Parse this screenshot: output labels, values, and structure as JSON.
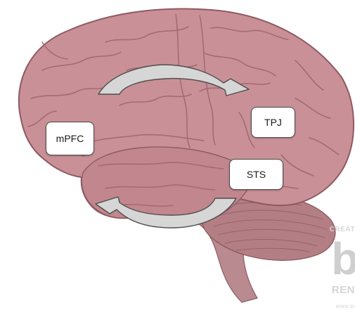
{
  "labels": {
    "mpfc": "mPFC",
    "tpj": "TPJ",
    "sts": "STS"
  },
  "watermark": {
    "top": "CREAT",
    "letter": "b",
    "mid": "REN",
    "bottom": "WWW.BI"
  },
  "colors": {
    "cortex": "#c99197",
    "cortex_dark": "#8e5a61",
    "gyrus_line": "#a26b72",
    "temporal": "#c2878e",
    "cerebellum": "#b37f85",
    "brainstem": "#b98a8f",
    "arrow_fill": "#d6d6d6",
    "arrow_stroke": "#4d4d4d"
  }
}
